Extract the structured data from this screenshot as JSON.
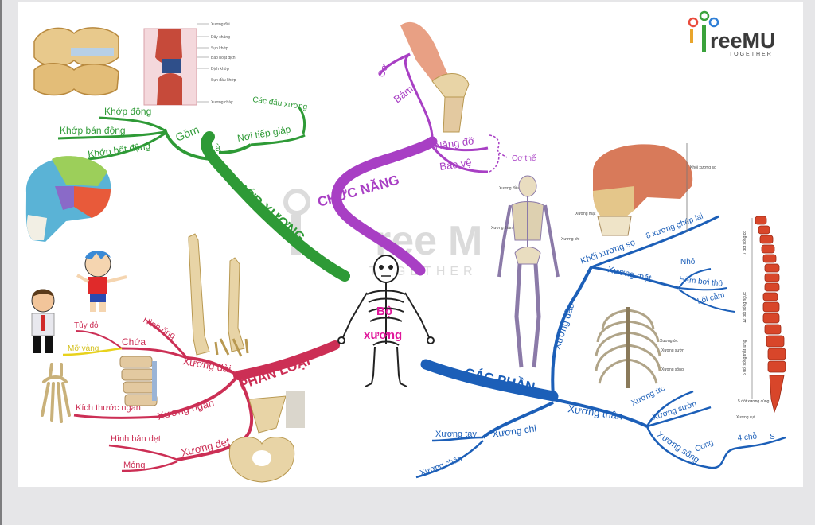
{
  "center": {
    "line1": "Bộ",
    "line2": "xương"
  },
  "brand": {
    "name": "reeMU",
    "tagline": "TOGETHER"
  },
  "colors": {
    "green": "#2e9a36",
    "purple": "#a83fc4",
    "red": "#cc2f55",
    "blue": "#1c5fb8",
    "yellow": "#e8d21c",
    "center_text": "#e0179a"
  },
  "branches": {
    "khop_xuong": {
      "title": "KHỚP XƯƠNG",
      "gom": "Gồm",
      "la": "Là",
      "items": [
        "Khớp động",
        "Khớp bán động",
        "Khớp bất động"
      ],
      "la_items": [
        "Các đầu xương",
        "Nơi tiếp giáp"
      ]
    },
    "chuc_nang": {
      "title": "CHỨC NĂNG",
      "items": [
        "Cơ",
        "Bám",
        "Nâng đỡ",
        "Bảo vệ",
        "Cơ thể"
      ]
    },
    "phan_loai": {
      "title": "PHÂN LOẠI",
      "xuong_dai": "Xương dài",
      "hinh_ong": "Hình ống",
      "chua": "Chứa",
      "tuy_do": "Tủy đỏ",
      "mo_vang": "Mỡ vàng",
      "xuong_ngan": "Xương ngắn",
      "kich_thuoc_ngan": "Kích thước ngắn",
      "xuong_det": "Xương dẹt",
      "hinh_ban_det": "Hình bản dẹt",
      "mong": "Mỏng"
    },
    "cac_phan": {
      "title": "CÁC PHẦN",
      "xuong_dau": "Xương đầu",
      "khoi_xuong_so": "Khối xương sọ",
      "ghep_lai": "8 xương ghép lại",
      "xuong_mat": "Xương mặt",
      "nho": "Nhỏ",
      "ham_boi_tho": "Hàm bơi thô",
      "loi_cam": "Lồi cằm",
      "xuong_than": "Xương thân",
      "xuong_uc": "Xương ức",
      "xuong_suon": "Xương sườn",
      "xuong_song": "Xương sống",
      "cong": "Cong",
      "chu": "4 chỗ",
      "s": "S",
      "xuong_chi": "Xương chi",
      "xuong_tay": "Xương tay",
      "xuong_chan": "Xương chân"
    }
  },
  "anatomy_labels": {
    "joint": [
      "Xương đùi",
      "Dây chằng",
      "Sụn khớp",
      "Bao hoạt dịch",
      "Dịch khớp",
      "Sụn đầu khớp",
      "Xương chày"
    ],
    "skeleton": [
      "Xương đầu",
      "Xương thân",
      "Xương chi"
    ],
    "skull": [
      "Khối xương sọ",
      "Xương mặt"
    ],
    "ribcage": [
      "Xương ức",
      "Xương sườn",
      "Xương sống"
    ],
    "spine": [
      "7 đốt sống cổ",
      "12 đốt sống ngực",
      "5 đốt sống thắt lưng",
      "5 đốt xương cùng",
      "Xương cụt"
    ]
  }
}
